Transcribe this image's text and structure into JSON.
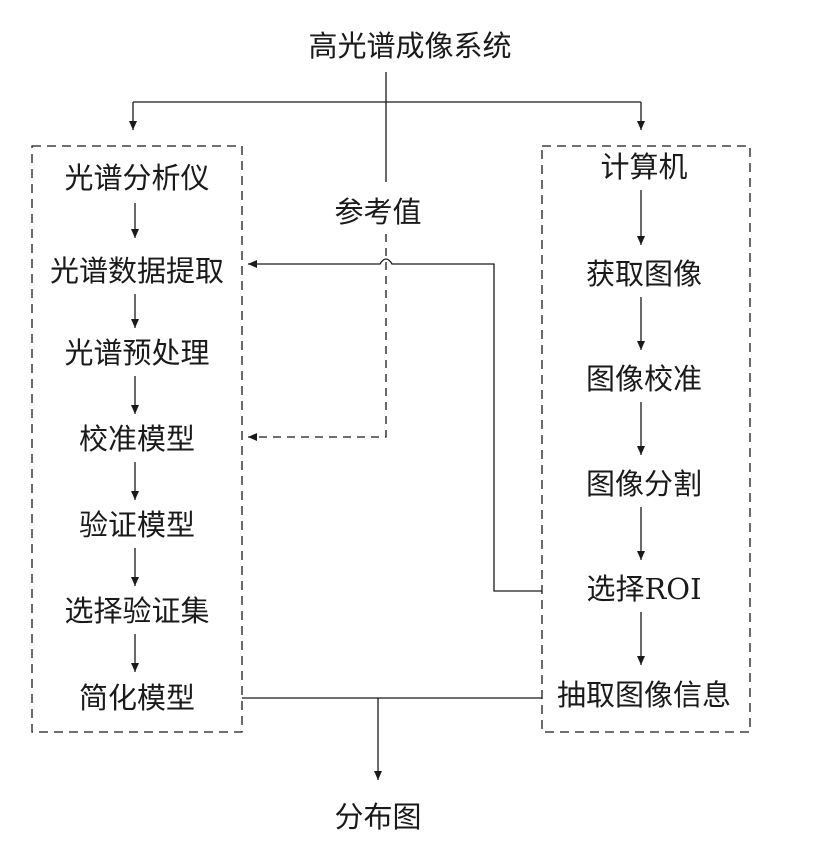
{
  "root": "高光谱成像系统",
  "reference": "参考值",
  "output": "分布图",
  "left_chain": [
    "光谱分析仪",
    "光谱数据提取",
    "光谱预处理",
    "校准模型",
    "验证模型",
    "选择验证集",
    "简化模型"
  ],
  "right_chain": [
    "计算机",
    "获取图像",
    "图像校准",
    "图像分割",
    "选择ROI",
    "抽取图像信息"
  ]
}
